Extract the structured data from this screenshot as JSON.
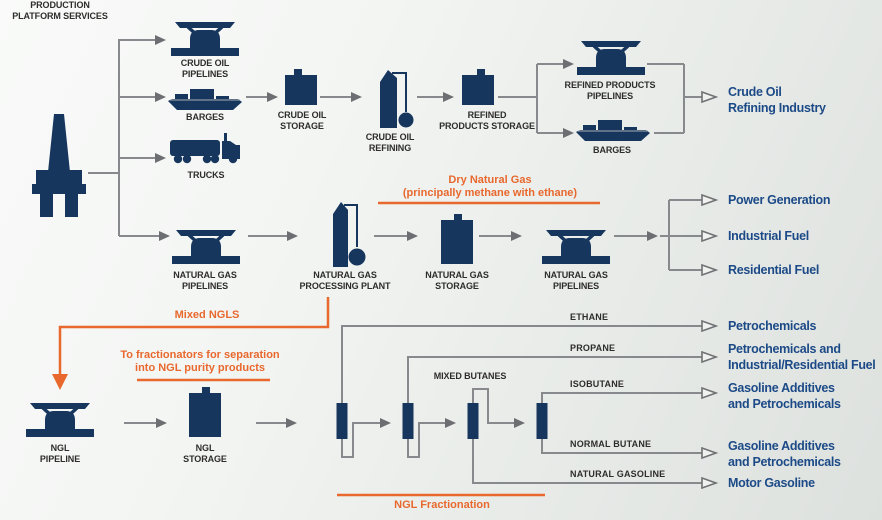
{
  "colors": {
    "icon_navy": "#17365e",
    "destination_blue": "#1c4a87",
    "annotation_orange": "#e8682d",
    "line_gray": "#87898c",
    "label_dark": "#2e2d2b"
  },
  "diagram": {
    "platform": {
      "label": "PRODUCTION\nPLATFORM SERVICES"
    },
    "crude_row": {
      "pipelines": "CRUDE OIL\nPIPELINES",
      "barges": "BARGES",
      "trucks": "TRUCKS",
      "storage": "CRUDE OIL\nSTORAGE",
      "refining": "CRUDE OIL\nREFINING",
      "refined_storage": "REFINED\nPRODUCTS STORAGE",
      "refined_pipelines": "REFINED PRODUCTS\nPIPELINES",
      "barges_out": "BARGES",
      "destination": "Crude Oil\nRefining Industry"
    },
    "gas_row": {
      "pipelines_in": "NATURAL GAS\nPIPELINES",
      "processing_plant": "NATURAL GAS\nPROCESSING PLANT",
      "storage": "NATURAL GAS\nSTORAGE",
      "pipelines_out": "NATURAL GAS\nPIPELINES",
      "dry_gas_note": "Dry Natural Gas\n(principally methane with ethane)",
      "destinations": [
        "Power Generation",
        "Industrial Fuel",
        "Residential Fuel"
      ]
    },
    "ngl_row": {
      "mixed_ngls_note": "Mixed NGLS",
      "fractionators_note": "To fractionators for separation\ninto NGL purity products",
      "pipeline": "NGL\nPIPELINE",
      "storage": "NGL\nSTORAGE",
      "mixed_butanes": "MIXED BUTANES",
      "fractionation_label": "NGL Fractionation",
      "products": [
        {
          "name": "ETHANE",
          "destination": "Petrochemicals"
        },
        {
          "name": "PROPANE",
          "destination": "Petrochemicals and\nIndustrial/Residential Fuel"
        },
        {
          "name": "ISOBUTANE",
          "destination": "Gasoline Additives\nand Petrochemicals"
        },
        {
          "name": "NORMAL BUTANE",
          "destination": "Gasoline Additives\nand Petrochemicals"
        },
        {
          "name": "NATURAL GASOLINE",
          "destination": "Motor Gasoline"
        }
      ]
    }
  }
}
